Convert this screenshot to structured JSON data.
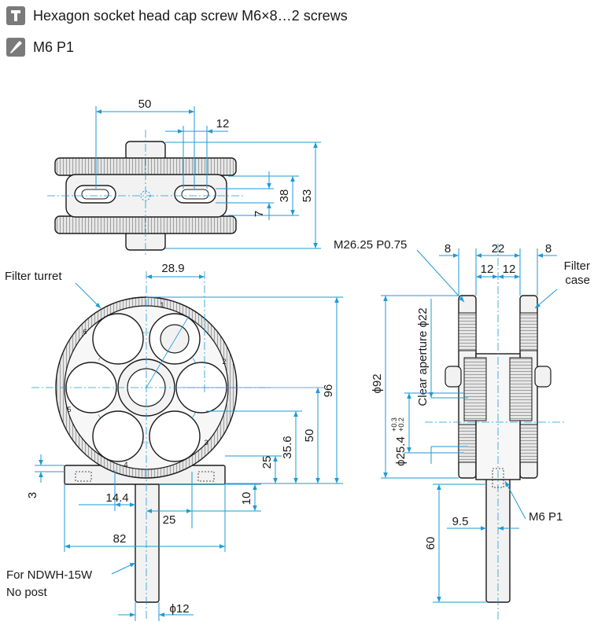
{
  "legend": {
    "screw_text": "Hexagon socket head cap screw M6×8…2 screws",
    "screw_icon": "hex-key-icon",
    "thread_text": "M6 P1",
    "thread_icon": "thread-tap-icon"
  },
  "top_view": {
    "dim_50": "50",
    "dim_12": "12",
    "dim_38": "38",
    "dim_53": "53",
    "dim_7": "7"
  },
  "front_view": {
    "label_filter_turret": "Filter turret",
    "dim_28_9": "28.9",
    "dim_96": "96",
    "dim_50": "50",
    "dim_35_6": "35.6",
    "dim_25_v": "25",
    "dim_3": "3",
    "dim_14_4": "14.4",
    "dim_10": "10",
    "dim_25_h": "25",
    "dim_82": "82",
    "dim_phi12": "ϕ12",
    "post_note_line1": "For NDWH-15W",
    "post_note_line2": "No post",
    "positions": [
      "1",
      "2",
      "3",
      "4",
      "5",
      "6"
    ]
  },
  "side_view": {
    "label_thread": "M26.25 P0.75",
    "dim_8_left": "8",
    "dim_22": "22",
    "dim_8_right": "8",
    "dim_12_left": "12",
    "dim_12_right": "12",
    "label_filter_case_1": "Filter",
    "label_filter_case_2": "case",
    "dim_phi92": "ϕ92",
    "label_clear_aperture": "Clear aperture ϕ22",
    "dim_phi25_4": "ϕ25.4",
    "tol_plus": "+0.3",
    "tol_minus": "+0.2",
    "label_m6": "M6 P1",
    "dim_9_5": "9.5",
    "dim_60": "60"
  },
  "colors": {
    "dimension_line": "#1e9ad6",
    "outline": "#1a1a1a",
    "part_fill": "#f2f2f2",
    "knurl_fill": "#cfcfcf",
    "icon_gray": "#7a7a7a"
  }
}
